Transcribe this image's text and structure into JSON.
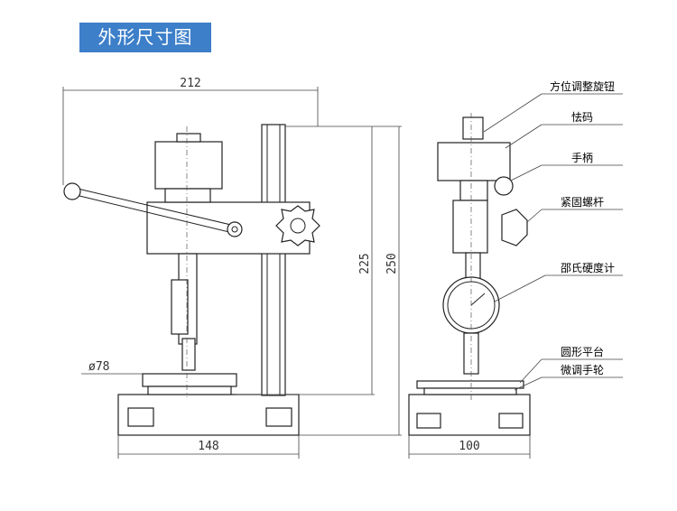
{
  "title": "外形尺寸图",
  "dimensions": {
    "width_top": "212",
    "height_inner": "225",
    "height_outer": "250",
    "platform_diameter": "ø78",
    "base_width_front": "148",
    "base_width_side": "100"
  },
  "labels": [
    "方位调整旋钮",
    "怯码",
    "手柄",
    "紧固螺杆",
    "邵氏硬度计",
    "圆形平台",
    "微调手轮"
  ],
  "colors": {
    "title_bg": "#3d7fc9",
    "title_text": "#ffffff",
    "line": "#222222"
  }
}
